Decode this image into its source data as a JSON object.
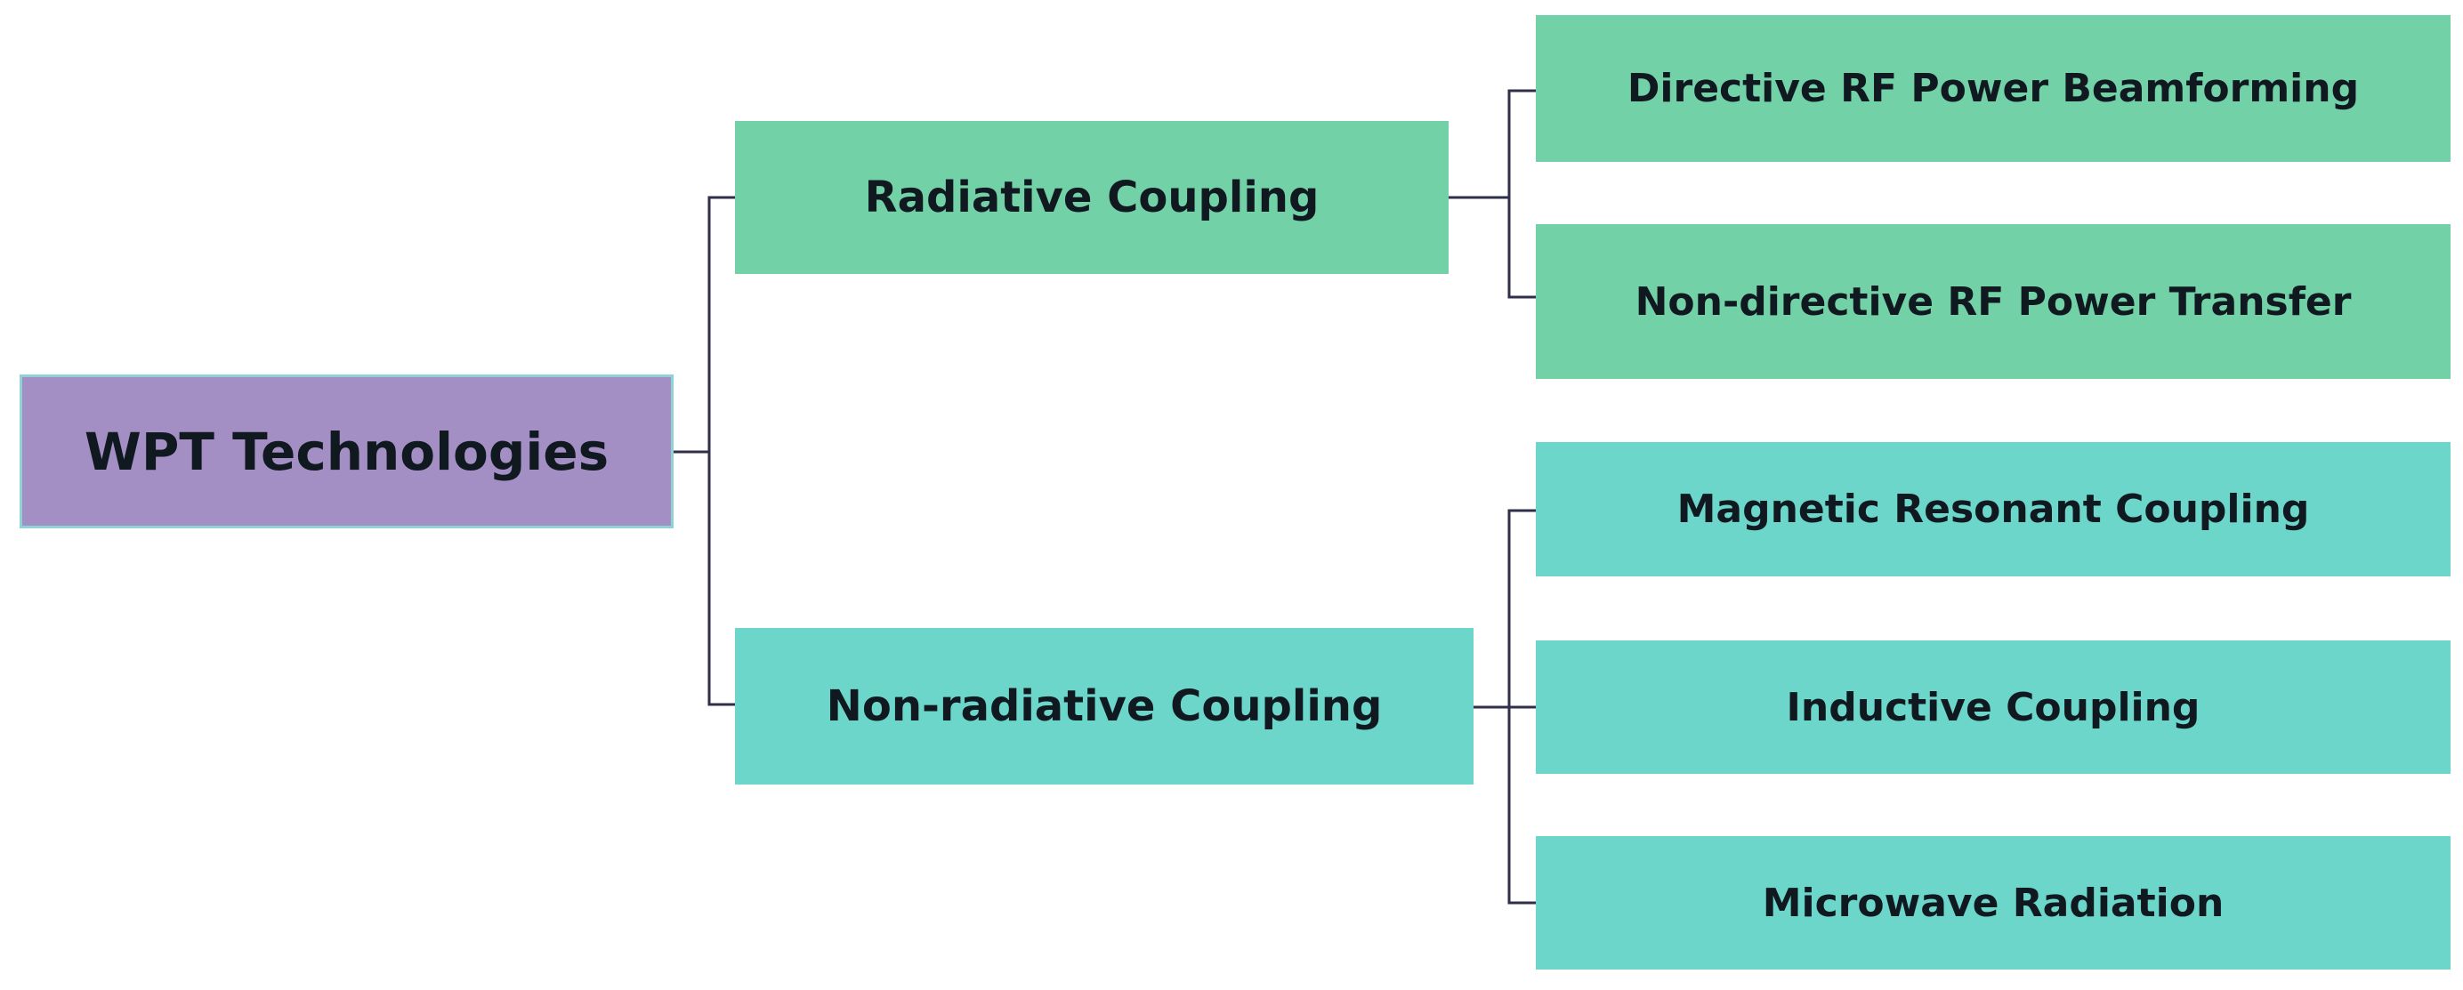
{
  "colors": {
    "root_fill": "#a38fc4",
    "radiative_fill": "#72d1a7",
    "non_radiative_fill": "#6cd6cb",
    "connector": "#2f2f4a"
  },
  "root": {
    "label": "WPT Technologies"
  },
  "branches": {
    "radiative": {
      "label": "Radiative Coupling",
      "children": [
        "Directive RF Power Beamforming",
        "Non-directive RF Power Transfer"
      ]
    },
    "non_radiative": {
      "label": "Non-radiative Coupling",
      "children": [
        "Magnetic Resonant Coupling",
        "Inductive Coupling",
        "Microwave Radiation"
      ]
    }
  }
}
